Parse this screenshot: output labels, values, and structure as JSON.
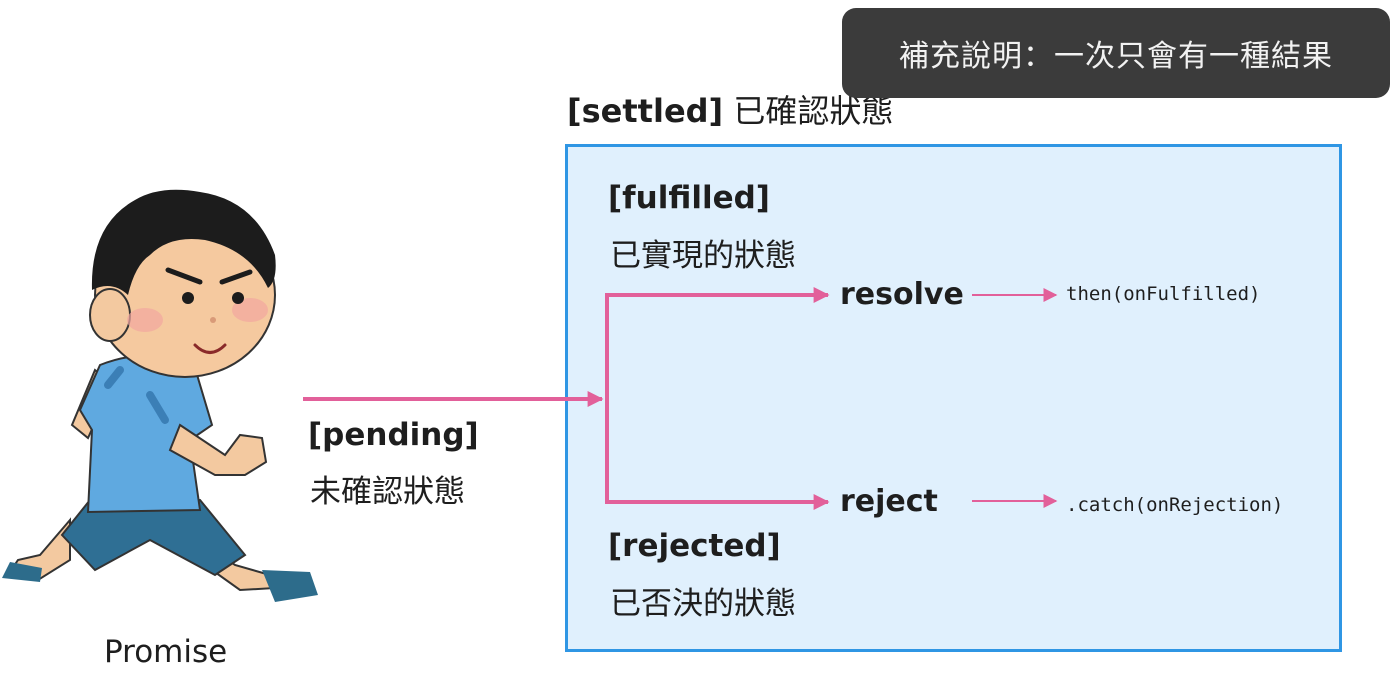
{
  "tooltip": {
    "text": "補充說明：一次只會有一種結果"
  },
  "settled": {
    "tag": "[settled]",
    "desc": "已確認狀態"
  },
  "pending": {
    "tag": "[pending]",
    "desc": "未確認狀態"
  },
  "fulfilled": {
    "tag": "[fulfilled]",
    "desc": "已實現的狀態"
  },
  "rejected": {
    "tag": "[rejected]",
    "desc": "已否決的狀態"
  },
  "actions": {
    "resolve": "resolve",
    "reject": "reject",
    "then_call": "then(onFulfilled)",
    "catch_call": ".catch(onRejection)"
  },
  "character": {
    "caption": "Promise"
  },
  "colors": {
    "arrow": "#e2609a",
    "box_fill": "#e0f0fd",
    "box_border": "#2f96e4",
    "tooltip_bg": "#3b3b3b"
  }
}
